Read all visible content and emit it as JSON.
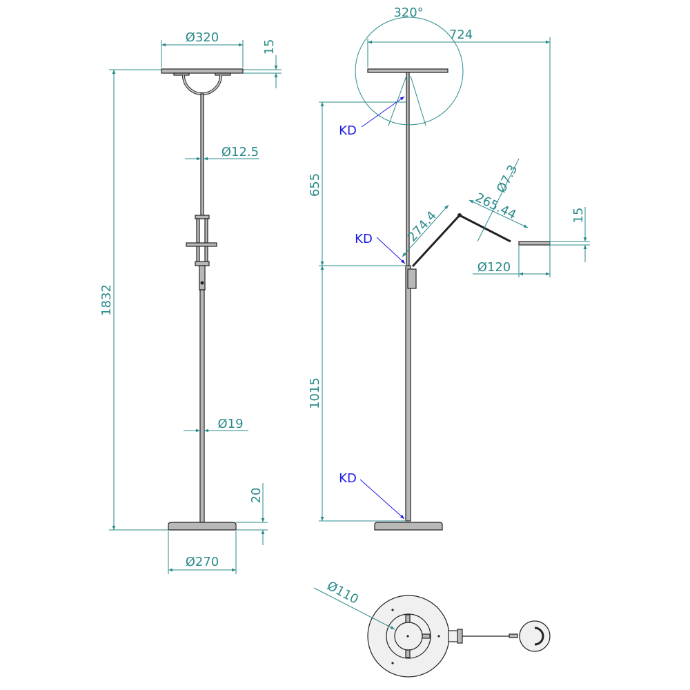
{
  "front_view": {
    "dims": {
      "head_diameter": "Ø320",
      "head_thickness": "15",
      "total_height": "1832",
      "upper_pole_diameter": "Ø12.5",
      "lower_pole_diameter": "Ø19",
      "base_thickness": "20",
      "base_diameter": "Ø270"
    }
  },
  "side_view": {
    "dims": {
      "rotation_angle": "320°",
      "reach": "724",
      "upper_height": "655",
      "lower_height": "1015",
      "arm_lower": "274.4",
      "arm_upper": "265.44",
      "arm_diameter": "Ø7.3",
      "reading_head_thickness": "15",
      "reading_head_diameter": "Ø120"
    },
    "kd_labels": [
      "KD",
      "KD",
      "KD"
    ]
  },
  "top_view": {
    "dims": {
      "inner_diameter": "Ø110"
    }
  },
  "colors": {
    "dimension": "#2a8a8a",
    "kd": "#1a1ae6"
  }
}
